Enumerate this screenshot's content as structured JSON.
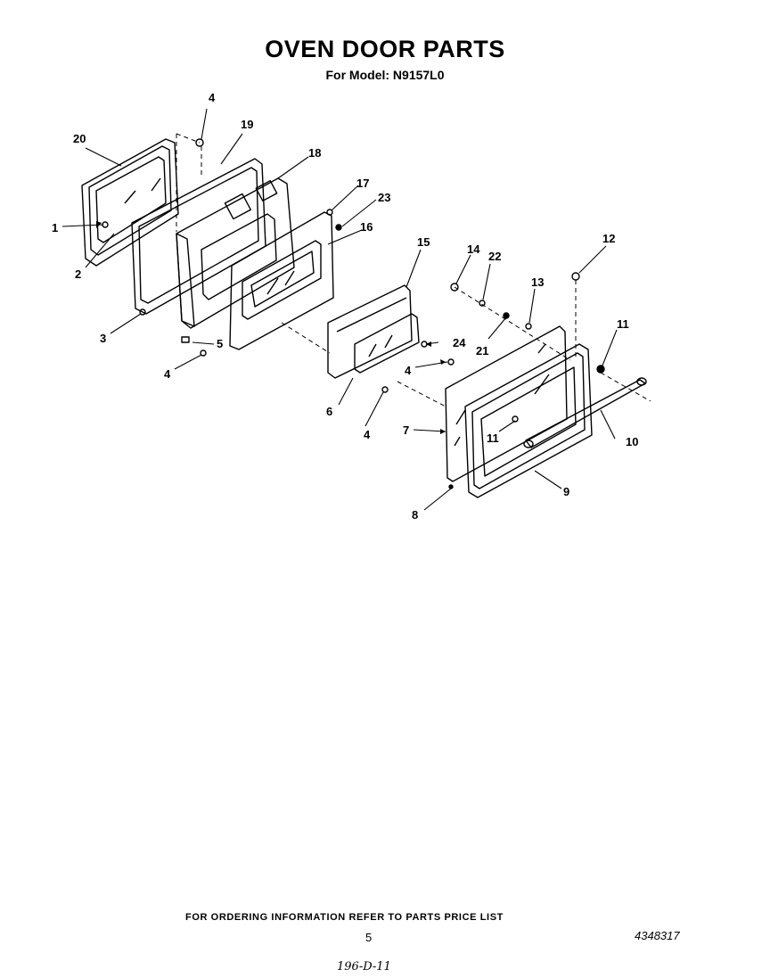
{
  "header": {
    "title": "OVEN DOOR PARTS",
    "subtitle": "For Model: N9157L0"
  },
  "callouts": {
    "c1": "1",
    "c2": "2",
    "c3": "3",
    "c4a": "4",
    "c4b": "4",
    "c4c": "4",
    "c4d": "4",
    "c5": "5",
    "c6": "6",
    "c7": "7",
    "c8": "8",
    "c9": "9",
    "c10": "10",
    "c11a": "11",
    "c11b": "11",
    "c12": "12",
    "c13": "13",
    "c14": "14",
    "c15": "15",
    "c16": "16",
    "c17": "17",
    "c18": "18",
    "c19": "19",
    "c20": "20",
    "c21": "21",
    "c22": "22",
    "c23": "23",
    "c24": "24"
  },
  "footer": {
    "ordering_note": "FOR ORDERING INFORMATION REFER TO PARTS PRICE LIST",
    "page_number": "5",
    "document_number": "4348317",
    "handwritten_note": "196-D-11"
  }
}
